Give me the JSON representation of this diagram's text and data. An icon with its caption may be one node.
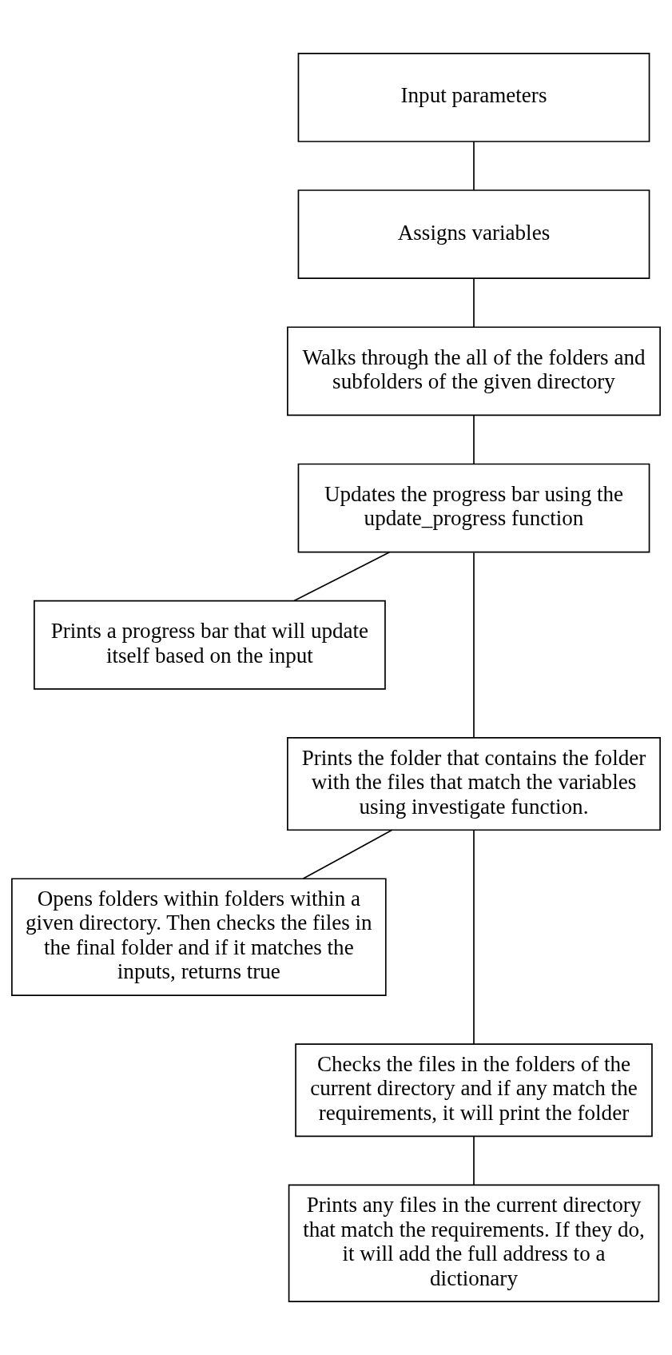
{
  "diagram": {
    "nodes": [
      {
        "text": [
          "Input parameters"
        ]
      },
      {
        "text": [
          "Assigns variables"
        ]
      },
      {
        "text": [
          "Walks through the all of the folders and subfolders of the given directory"
        ]
      },
      {
        "text": [
          "Updates the progress bar using the update_progress function"
        ]
      },
      {
        "text": [
          "Prints a progress bar that will update itself based on the input"
        ]
      },
      {
        "text": [
          "Prints the folder that contains the folder with the files that match the variables using investigate function."
        ]
      },
      {
        "text": [
          "Opens folders within folders within a given directory. Then checks the files in the final folder and if it matches the inputs, returns true"
        ]
      },
      {
        "text": [
          "Checks the files in the folders of the current directory and if any match the requirements, it will print the folder"
        ]
      },
      {
        "text": [
          "Prints any files in the current directory that match the requirements. If they do, it will add the full address to a dictionary"
        ]
      }
    ],
    "edges": [
      {
        "from": 0,
        "to": 1,
        "arrow": "none"
      },
      {
        "from": 1,
        "to": 2,
        "arrow": "none"
      },
      {
        "from": 2,
        "to": 3,
        "arrow": "none"
      },
      {
        "from": 3,
        "to": 5,
        "arrow": "none"
      },
      {
        "from": 3,
        "to": 4,
        "arrow": "none"
      },
      {
        "from": 5,
        "to": 7,
        "arrow": "none"
      },
      {
        "from": 5,
        "to": 6,
        "arrow": "none"
      },
      {
        "from": 7,
        "to": 8,
        "arrow": "none"
      }
    ]
  }
}
